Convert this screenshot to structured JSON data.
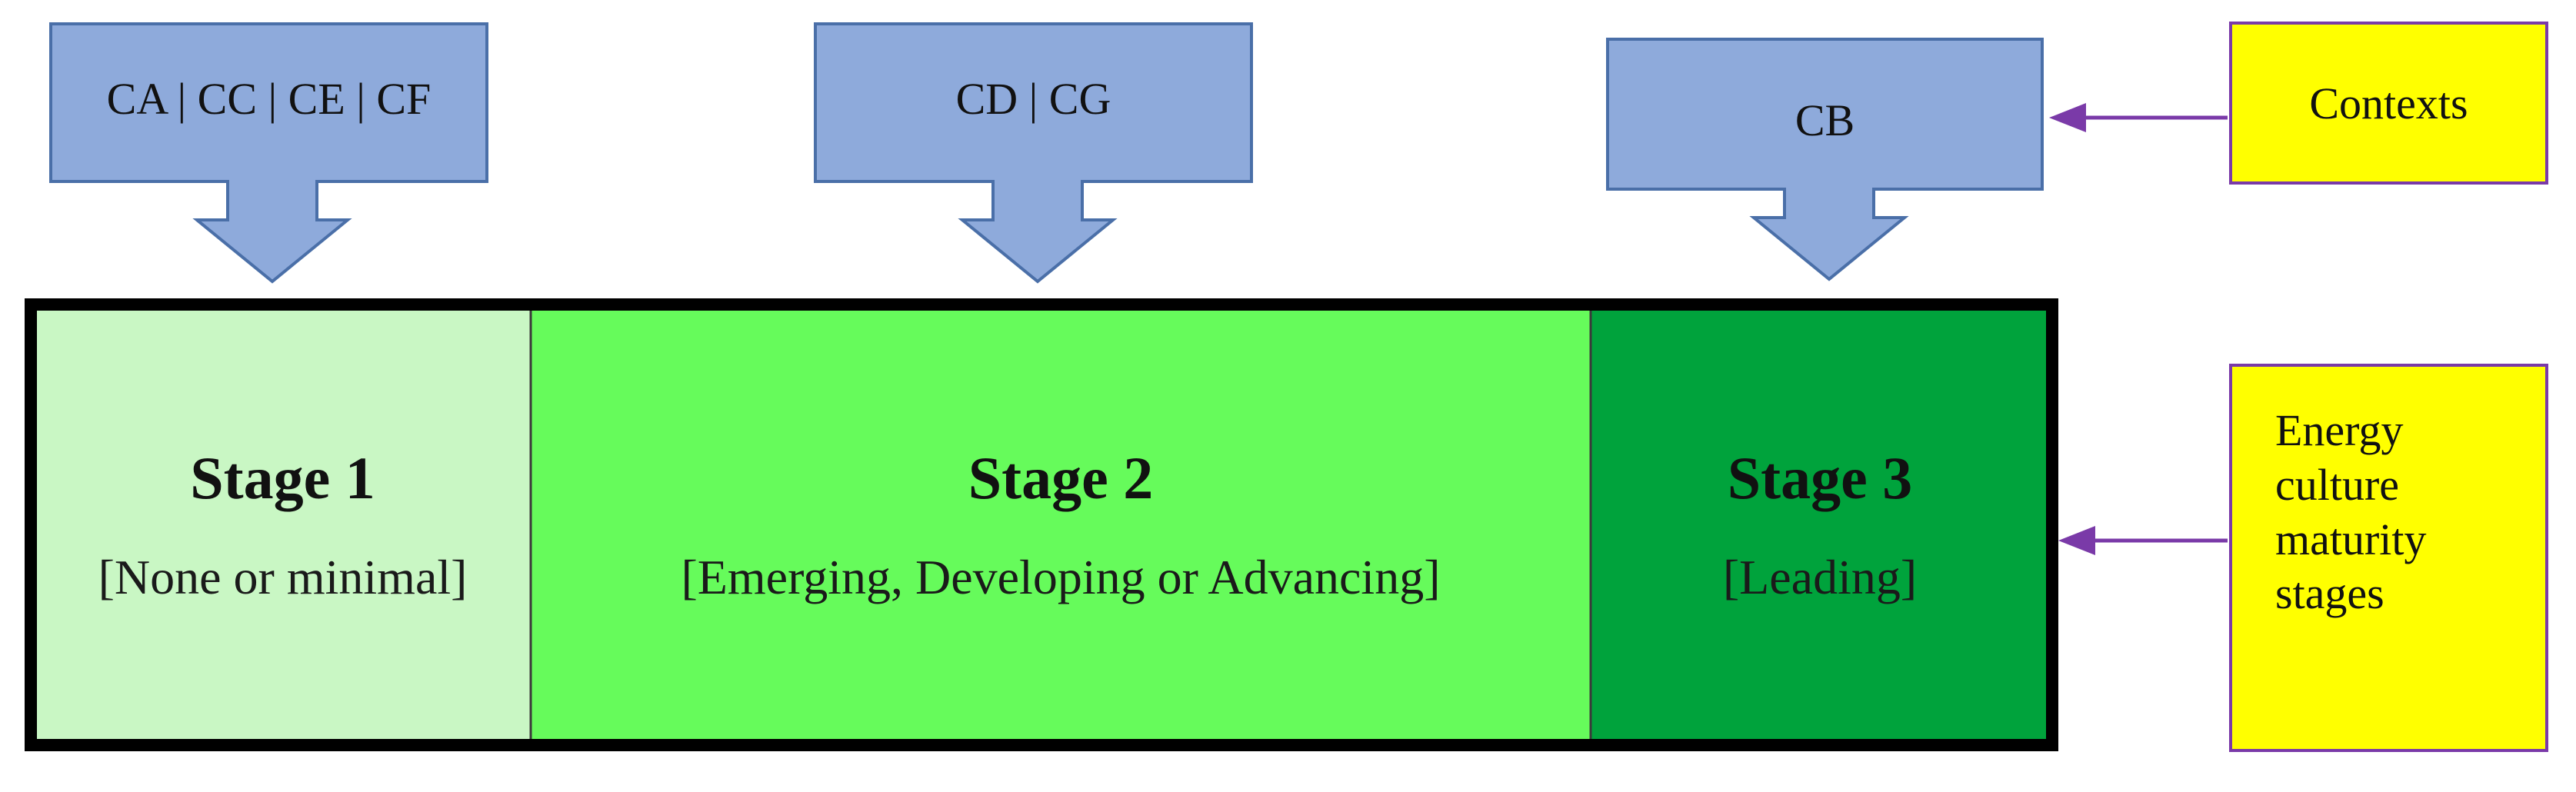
{
  "colors": {
    "callout_fill": "#8eaadb",
    "callout_stroke": "#4a6fa8",
    "stage1_fill": "#c9f7c4",
    "stage2_fill": "#66fb5b",
    "stage3_fill": "#00a33c",
    "frame": "#000000",
    "legend_fill": "#ffff00",
    "legend_border": "#7a3aa8",
    "pointer_arrow": "#7a3aa8"
  },
  "contexts": [
    {
      "label": "CA | CC | CE | CF",
      "points_to": "stage-1"
    },
    {
      "label": "CD | CG",
      "points_to": "stage-2"
    },
    {
      "label": "CB",
      "points_to": "stage-3"
    }
  ],
  "stages": [
    {
      "title": "Stage 1",
      "subtitle": "[None or minimal]"
    },
    {
      "title": "Stage 2",
      "subtitle": "[Emerging, Developing or Advancing]"
    },
    {
      "title": "Stage 3",
      "subtitle": "[Leading]"
    }
  ],
  "legend": {
    "contexts_label": "Contexts",
    "stages_lines": [
      "Energy",
      "culture",
      "maturity",
      "stages"
    ]
  }
}
